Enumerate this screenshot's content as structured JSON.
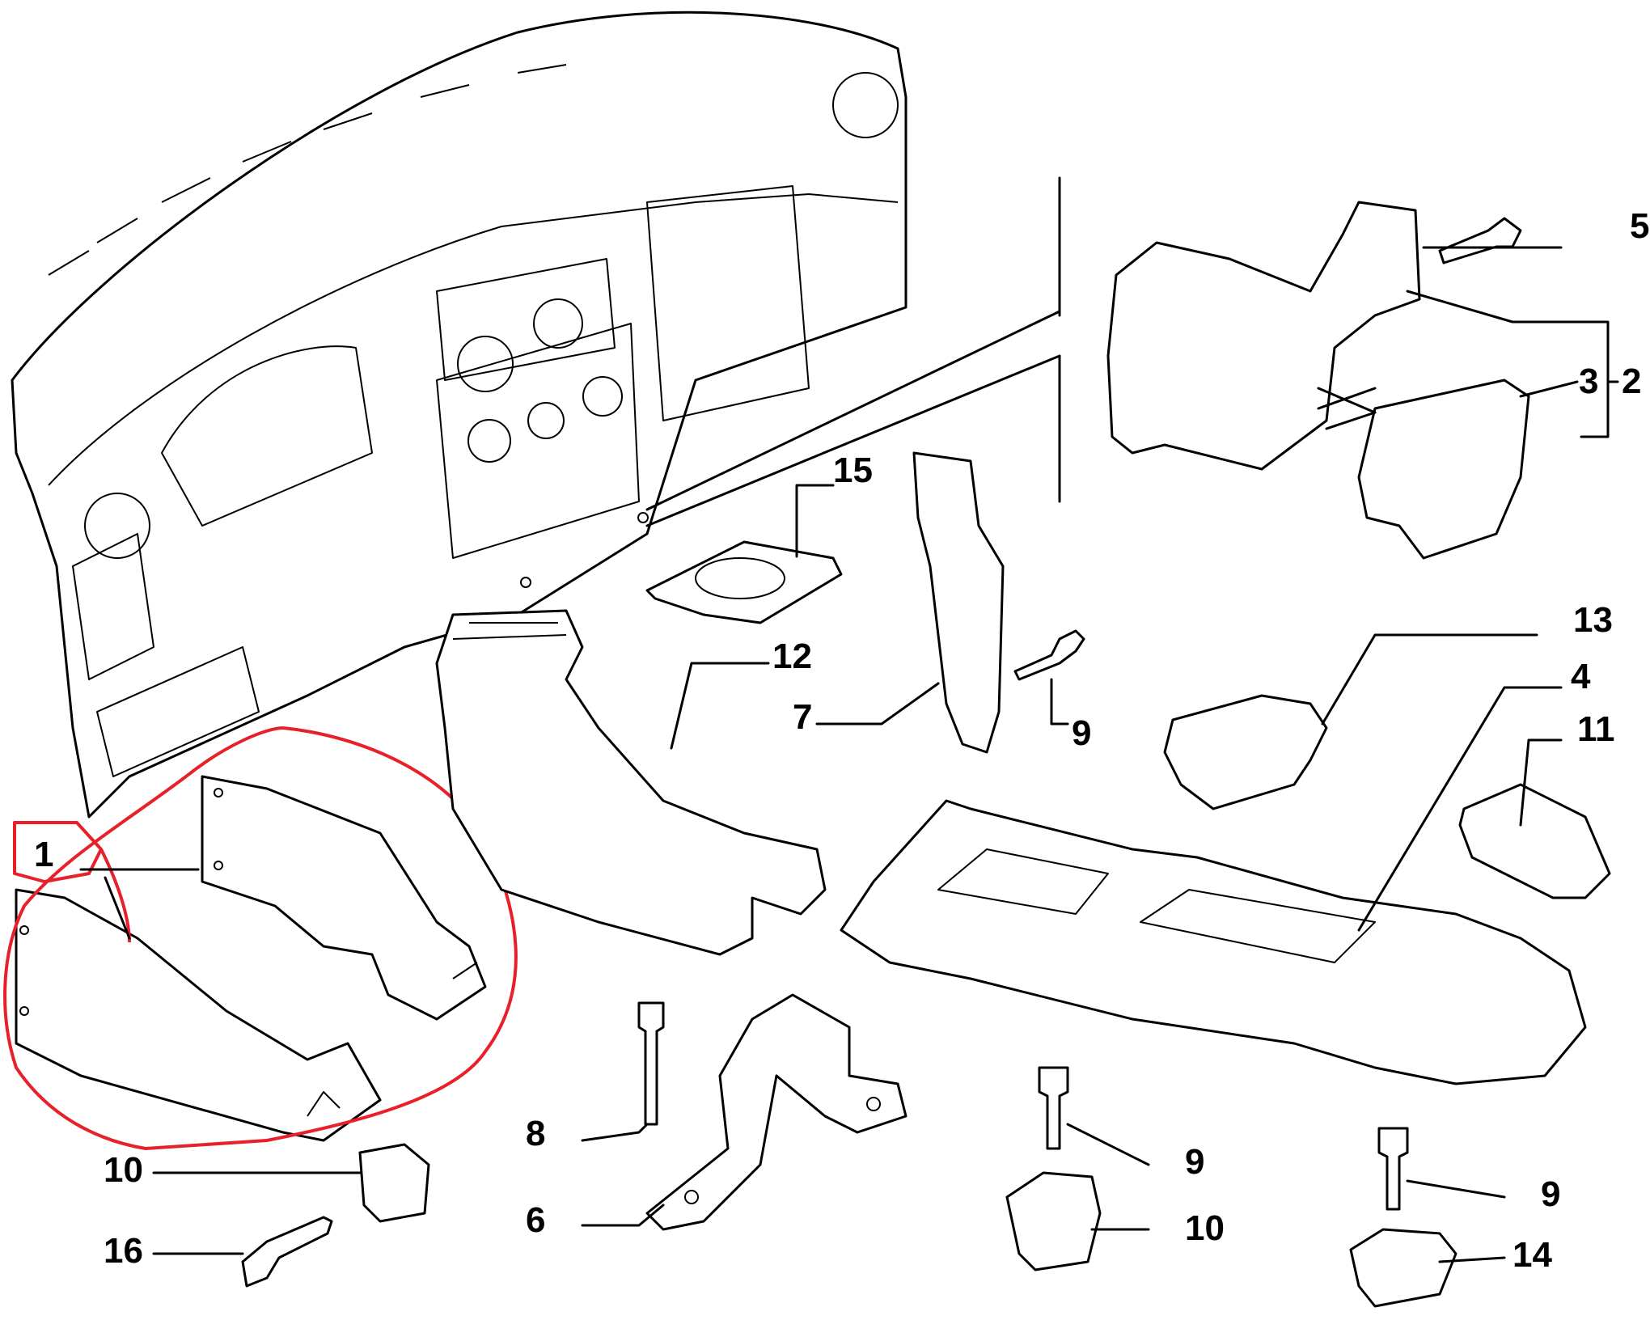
{
  "diagram": {
    "type": "exploded-parts-diagram",
    "subject": "dashboard centre console and air ducts",
    "highlight_color": "#e8202a",
    "line_color": "#000000",
    "highlighted_part": "1",
    "callouts": [
      {
        "id": "c1",
        "label": "1"
      },
      {
        "id": "c2",
        "label": "2"
      },
      {
        "id": "c3",
        "label": "3"
      },
      {
        "id": "c4",
        "label": "4"
      },
      {
        "id": "c5",
        "label": "5"
      },
      {
        "id": "c6",
        "label": "6"
      },
      {
        "id": "c7",
        "label": "7"
      },
      {
        "id": "c8",
        "label": "8"
      },
      {
        "id": "c9a",
        "label": "9"
      },
      {
        "id": "c9b",
        "label": "9"
      },
      {
        "id": "c9c",
        "label": "9"
      },
      {
        "id": "c10a",
        "label": "10"
      },
      {
        "id": "c10b",
        "label": "10"
      },
      {
        "id": "c11",
        "label": "11"
      },
      {
        "id": "c12",
        "label": "12"
      },
      {
        "id": "c13",
        "label": "13"
      },
      {
        "id": "c14",
        "label": "14"
      },
      {
        "id": "c15",
        "label": "15"
      },
      {
        "id": "c16",
        "label": "16"
      }
    ]
  }
}
